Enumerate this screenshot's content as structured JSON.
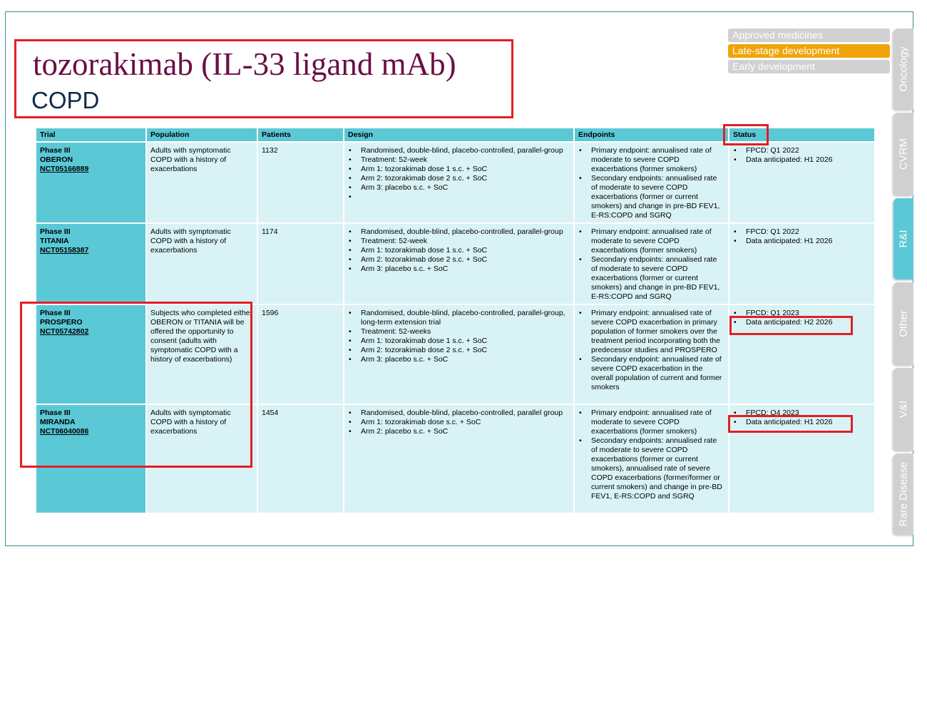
{
  "title": {
    "main": "tozorakimab (IL-33 ligand mAb)",
    "sub": "COPD"
  },
  "legend": [
    {
      "label": "Approved medicines",
      "color": "#d1d1d1"
    },
    {
      "label": "Late-stage development",
      "color": "#f0a30a"
    },
    {
      "label": "Early development",
      "color": "#d1d1d1"
    }
  ],
  "side_tabs": [
    {
      "label": "Oncology",
      "active": false
    },
    {
      "label": "CVRM",
      "active": false
    },
    {
      "label": "R&I",
      "active": true
    },
    {
      "label": "Other",
      "active": false
    },
    {
      "label": "V&I",
      "active": false
    },
    {
      "label": "Rare Disease",
      "active": false
    }
  ],
  "table": {
    "headers": {
      "trial": "Trial",
      "population": "Population",
      "patients": "Patients",
      "design": "Design",
      "endpoints": "Endpoints",
      "status": "Status"
    },
    "rows": [
      {
        "phase": "Phase III",
        "name": "OBERON",
        "nct": "NCT05166889",
        "population": "Adults with symptomatic COPD with a history of exacerbations",
        "patients": "1132",
        "design": [
          "Randomised, double-blind, placebo-controlled, parallel-group",
          "Treatment: 52-week",
          "Arm 1: tozorakimab dose 1 s.c. + SoC",
          "Arm 2: tozorakimab dose 2 s.c. + SoC",
          "Arm 3: placebo s.c. + SoC",
          ""
        ],
        "endpoints": [
          "Primary endpoint: annualised rate of moderate to severe COPD exacerbations (former smokers)",
          "Secondary endpoints: annualised rate of moderate to severe COPD exacerbations (former or current smokers) and change in pre-BD FEV1, E-RS:COPD and SGRQ"
        ],
        "status": [
          "FPCD: Q1 2022",
          "Data anticipated: H1 2026"
        ]
      },
      {
        "phase": "Phase III",
        "name": "TITANIA",
        "nct": "NCT05158387",
        "population": "Adults with symptomatic COPD with a history of exacerbations",
        "patients": "1174",
        "design": [
          "Randomised, double-blind, placebo-controlled, parallel-group",
          "Treatment: 52-week",
          "Arm 1: tozorakimab dose 1 s.c. + SoC",
          "Arm 2: tozorakimab dose 2 s.c. + SoC",
          "Arm 3: placebo s.c. + SoC"
        ],
        "endpoints": [
          "Primary endpoint: annualised rate of moderate to severe COPD exacerbations (former smokers)",
          "Secondary endpoints: annualised rate of moderate to severe COPD exacerbations (former or current smokers) and change in pre-BD FEV1, E-RS:COPD and SGRQ"
        ],
        "status": [
          "FPCD: Q1 2022",
          "Data anticipated: H1 2026"
        ]
      },
      {
        "phase": "Phase III",
        "name": "PROSPERO",
        "nct": "NCT05742802",
        "population": "Subjects who completed either OBERON or TITANIA will be offered the opportunity to consent (adults with symptomatic COPD with a history of exacerbations)",
        "patients": "1596",
        "design": [
          "Randomised, double-blind, placebo-controlled, parallel-group, long-term extension trial",
          "Treatment: 52-weeks",
          "Arm 1: tozorakimab dose 1 s.c. + SoC",
          "Arm 2: tozorakimab dose 2 s.c. + SoC",
          "Arm 3: placebo s.c. + SoC"
        ],
        "endpoints": [
          "Primary endpoint: annualised rate of severe COPD exacerbation in primary population of former smokers over the treatment period incorporating both the predecessor studies and PROSPERO",
          "Secondary endpoint: annualised rate of severe COPD exacerbation in the overall population of current and former smokers"
        ],
        "status": [
          "FPCD: Q1 2023",
          "Data anticipated: H2 2026"
        ]
      },
      {
        "phase": "Phase III",
        "name": "MIRANDA",
        "nct": "NCT06040086",
        "population": "Adults with symptomatic COPD with a history of exacerbations",
        "patients": "1454",
        "design": [
          "Randomised, double-blind, placebo-controlled, parallel group",
          "Arm 1: tozorakimab dose s.c. + SoC",
          "Arm 2: placebo s.c. + SoC"
        ],
        "endpoints": [
          "Primary endpoint: annualised rate of moderate to severe COPD exacerbations (former smokers)",
          "Secondary endpoints: annualised rate of moderate to severe COPD exacerbations (former or current smokers), annualised rate of severe COPD exacerbations (former/former or current smokers) and change in pre-BD FEV1, E-RS:COPD and SGRQ"
        ],
        "status": [
          "FPCD: Q4 2023",
          "Data anticipated: H1 2026"
        ]
      }
    ]
  }
}
